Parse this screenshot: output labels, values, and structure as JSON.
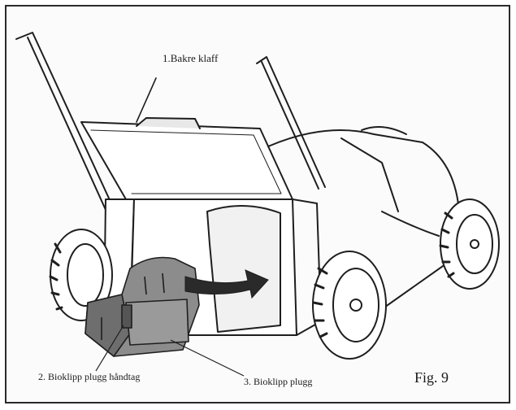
{
  "labels": {
    "rear_flap": "1.Bakre klaff",
    "plug_handle": "2. Bioklipp plugg håndtag",
    "plug": "3. Bioklipp plugg",
    "figure": "Fig. 9"
  },
  "colors": {
    "line": "#1e1e1e",
    "plug_fill": "#8c8c8c",
    "arrow_fill": "#2a2a2a",
    "background": "#fbfbfb"
  }
}
